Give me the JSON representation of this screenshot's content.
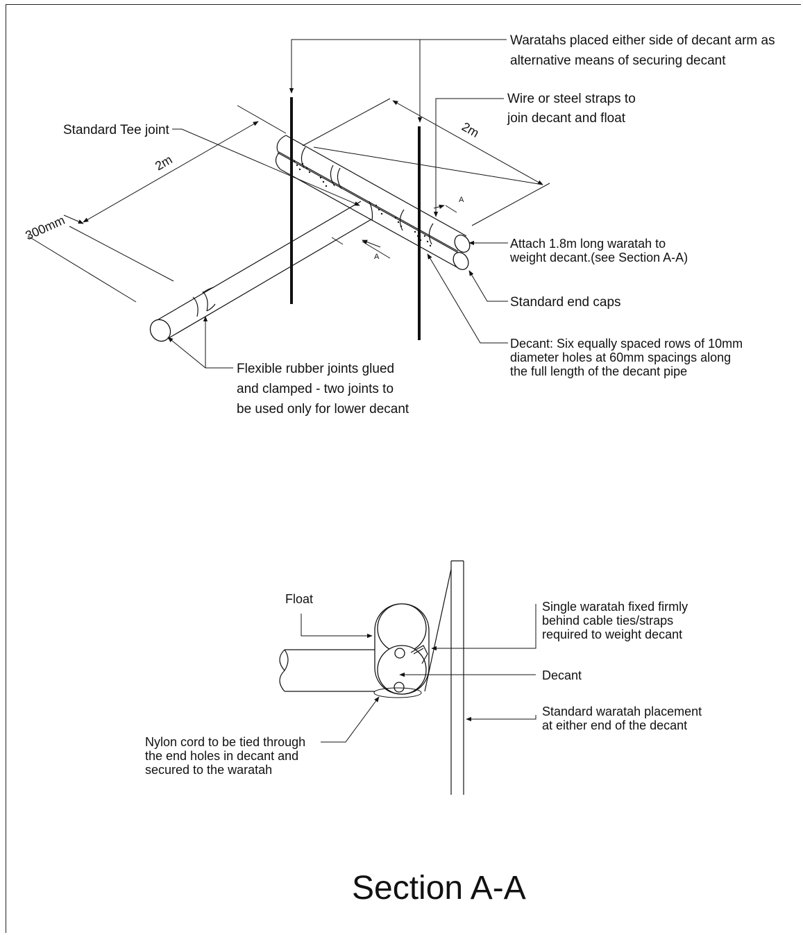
{
  "drawing": {
    "labels": {
      "waratahs": [
        "Waratahs placed either side of decant arm as",
        "alternative means of securing decant"
      ],
      "straps": [
        "Wire or steel straps to",
        "join decant and float"
      ],
      "tee_joint": "Standard Tee joint",
      "dim_2m_left": "2m",
      "dim_2m_right": "2m",
      "dim_300mm": "300mm",
      "section_marker_a": "A",
      "attach": [
        "Attach 1.8m long waratah to",
        "weight decant.(see Section A-A)"
      ],
      "end_caps": "Standard end caps",
      "decant_holes": [
        "Decant: Six equally spaced rows of 10mm",
        "diameter holes at 60mm spacings along",
        "the full length of the decant pipe"
      ],
      "flexible_joints": [
        "Flexible rubber joints glued",
        "and clamped - two joints to",
        "be used only for lower decant"
      ]
    },
    "section": {
      "float": "Float",
      "single_waratah": [
        "Single waratah fixed firmly",
        "behind cable ties/straps",
        "required to weight decant"
      ],
      "decant": "Decant",
      "standard_placement": [
        "Standard waratah placement",
        "at either end of the decant"
      ],
      "nylon_cord": [
        "Nylon cord to be tied through",
        "the end holes in decant and",
        "secured to the waratah"
      ],
      "title": "Section A-A"
    }
  }
}
